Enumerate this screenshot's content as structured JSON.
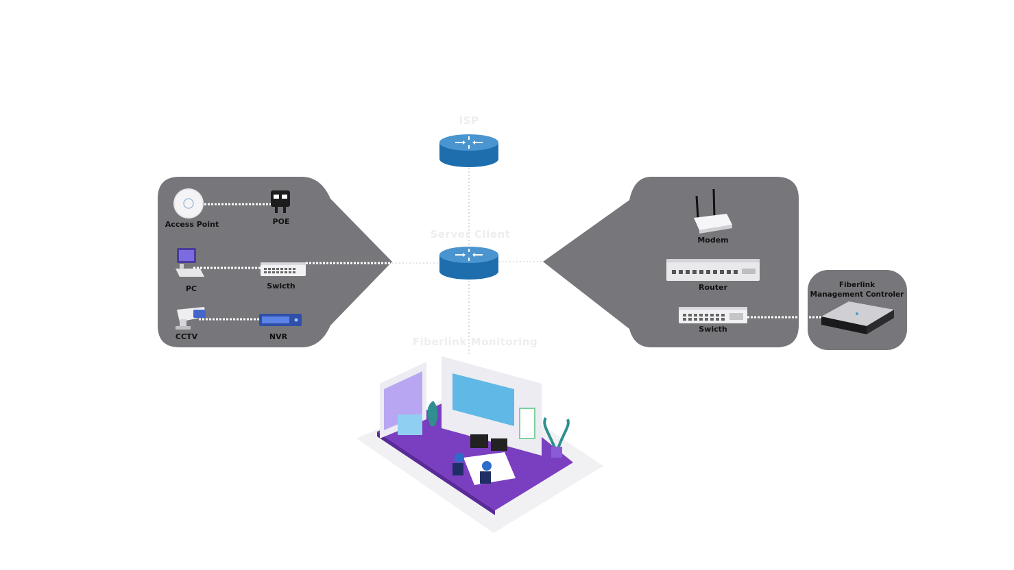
{
  "labels": {
    "isp": "ISP",
    "server_client": "Server Client",
    "monitoring": "Fiberlink Monitoring"
  },
  "left_group": {
    "access_point": "Access Point",
    "poe": "POE",
    "pc": "PC",
    "switch": "Swicth",
    "cctv": "CCTV",
    "nvr": "NVR"
  },
  "right_group": {
    "modem": "Modem",
    "router": "Router",
    "switch": "Swicth"
  },
  "controller": {
    "line1": "Fiberlink",
    "line2": "Management Controler"
  },
  "colors": {
    "panel": "#77777b",
    "router_top": "#4a95cf",
    "router_side": "#1e6eae",
    "link": "#ffffff",
    "floor": "#7a3fc0"
  }
}
